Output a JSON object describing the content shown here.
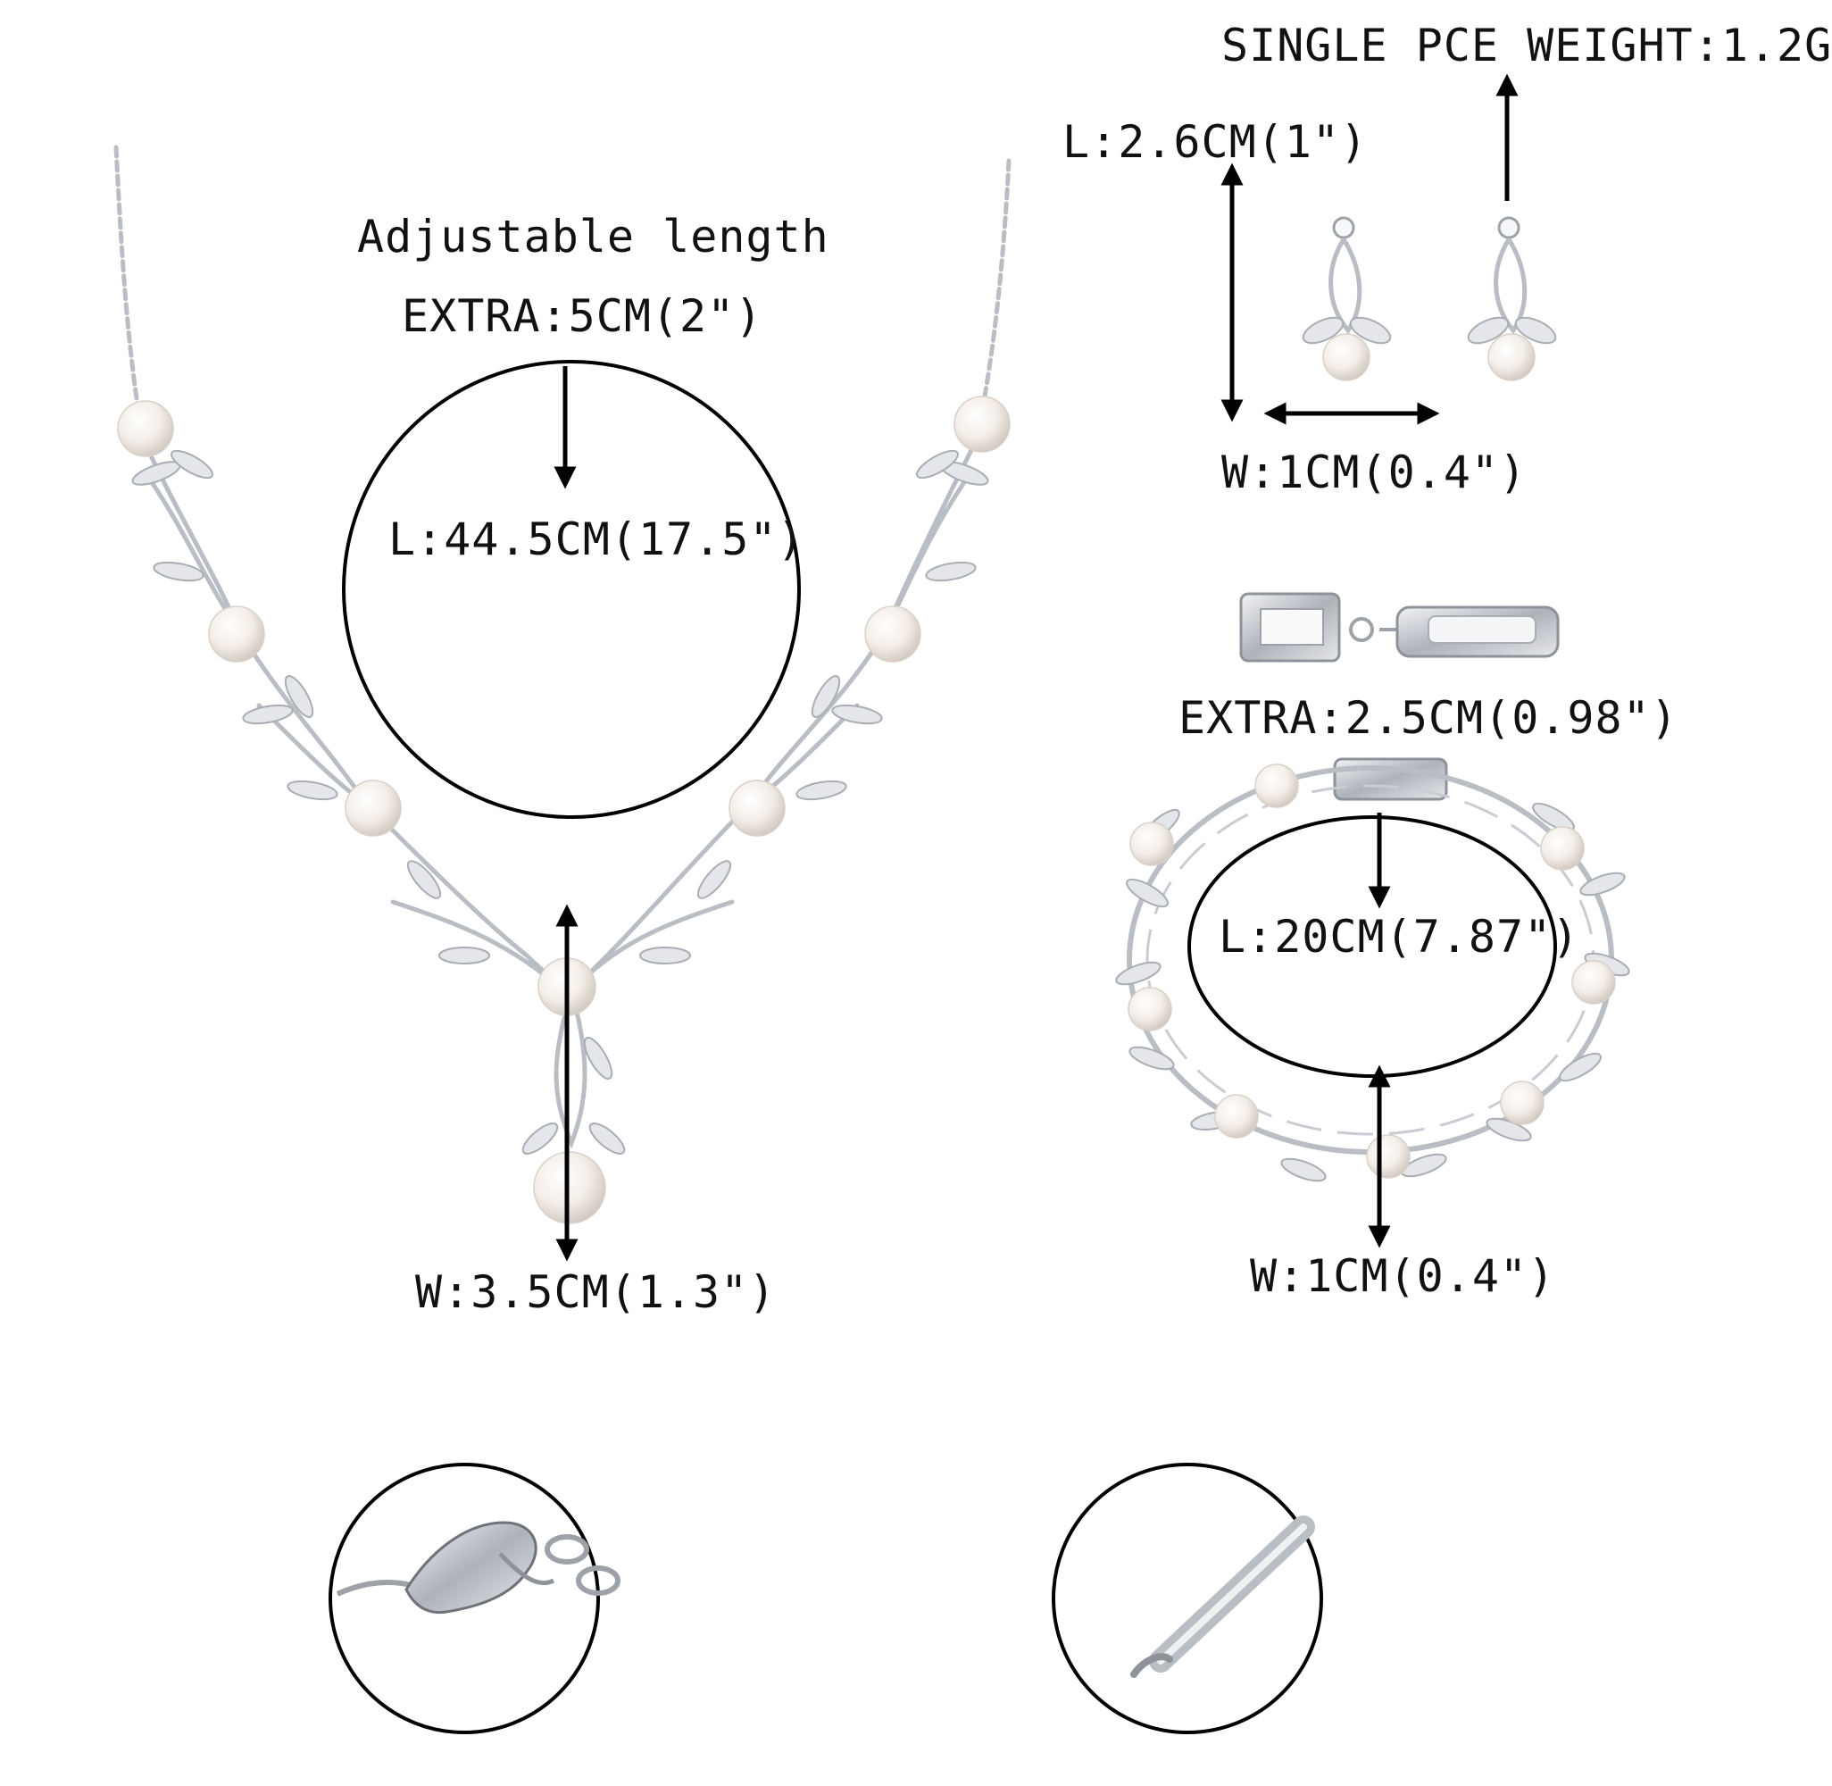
{
  "necklace": {
    "adjustable_label": "Adjustable length",
    "extra_label": "EXTRA:5CM(2\")",
    "length_label": "L:44.5CM(17.5\")",
    "width_label": "W:3.5CM(1.3\")"
  },
  "earrings": {
    "weight_label": "SINGLE PCE WEIGHT:1.2G",
    "length_label": "L:2.6CM(1\")",
    "width_label": "W:1CM(0.4\")"
  },
  "bracelet": {
    "extra_label": "EXTRA:2.5CM(0.98\")",
    "length_label": "L:20CM(7.87\")",
    "width_label": "W:1CM(0.4\")"
  },
  "details": {
    "left": "lobster-clasp-closeup",
    "right": "earring-post-closeup"
  },
  "colors": {
    "metal": "#c9ccd2",
    "pearl": "#f4efe9",
    "ink": "#111111"
  }
}
